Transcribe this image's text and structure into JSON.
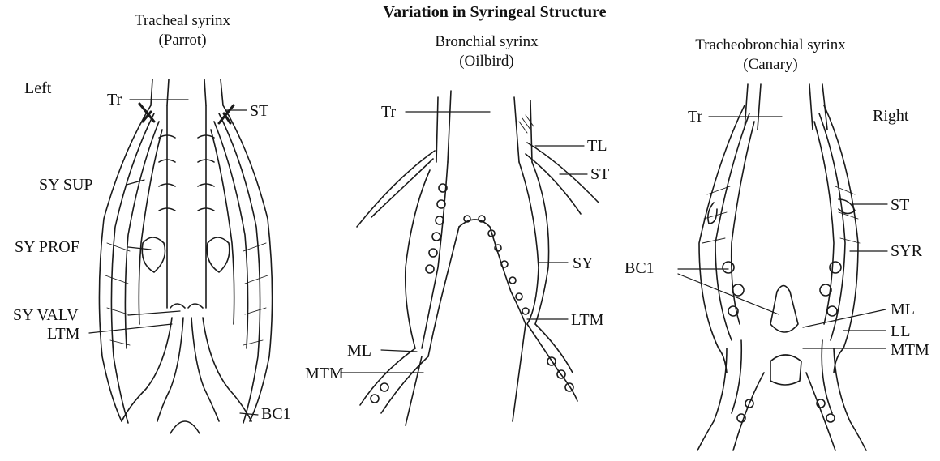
{
  "title": "Variation in Syringeal Structure",
  "panels": [
    {
      "name": "Tracheal syrinx",
      "animal": "(Parrot)",
      "side_label": "Left",
      "labels": [
        "Tr",
        "ST",
        "SY SUP",
        "SY PROF",
        "SY VALV",
        "LTM",
        "BC1"
      ]
    },
    {
      "name": "Bronchial syrinx",
      "animal": "(Oilbird)",
      "labels": [
        "Tr",
        "TL",
        "ST",
        "SY",
        "LTM",
        "ML",
        "MTM"
      ]
    },
    {
      "name": "Tracheobronchial syrinx",
      "animal": "(Canary)",
      "side_label": "Right",
      "labels": [
        "Tr",
        "ST",
        "SYR",
        "BC1",
        "ML",
        "LL",
        "MTM"
      ]
    }
  ],
  "colors": {
    "ink": "#1a1a1a",
    "paper": "#ffffff"
  }
}
